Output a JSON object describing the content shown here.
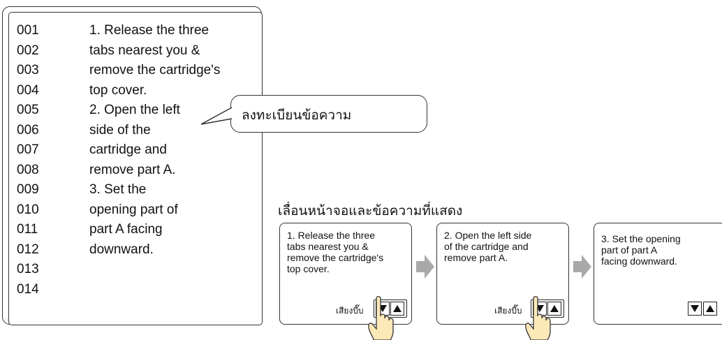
{
  "display": {
    "line_numbers": [
      "001",
      "002",
      "003",
      "004",
      "005",
      "006",
      "007",
      "008",
      "009",
      "010",
      "011",
      "012",
      "013",
      "014"
    ],
    "lines": [
      "1. Release the three",
      "tabs nearest you &",
      "remove the cartridge's",
      "top cover.",
      "2. Open the left",
      "side of the",
      "cartridge and",
      "remove part A.",
      "3. Set the",
      "opening part of",
      "part A facing",
      "downward."
    ]
  },
  "callout": {
    "text": "ลงทะเบียนข้อความ"
  },
  "caption": "เลื่อนหน้าจอและข้อความที่แสดง",
  "screens": [
    {
      "lines": [
        "1. Release the three",
        "tabs nearest you &",
        "remove the cartridge's",
        "top cover."
      ],
      "beep_label": "เสียงบี๊บ"
    },
    {
      "lines": [
        "2. Open the left side",
        "of the cartridge and",
        "remove part A."
      ],
      "beep_label": "เสียงบี๊บ"
    },
    {
      "lines": [
        "3. Set the opening",
        "part of part A",
        "facing downward."
      ]
    }
  ],
  "colors": {
    "arrow": "#a9a9a9",
    "border": "#333333",
    "hand": "#fde9b8"
  },
  "icons": {
    "scroll_down": "triangle-down-icon",
    "scroll_up": "triangle-up-icon",
    "finger": "pointing-hand-icon",
    "next": "right-arrow-icon"
  }
}
